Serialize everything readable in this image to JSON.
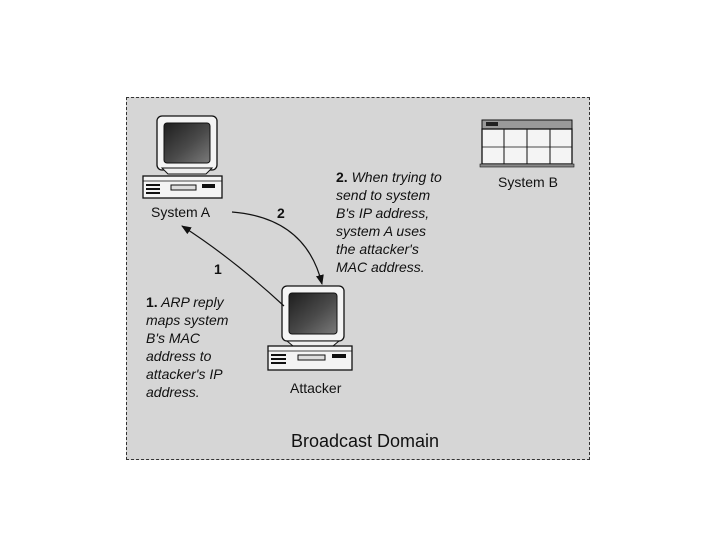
{
  "systemA": {
    "label": "System A"
  },
  "systemB": {
    "label": "System B"
  },
  "attacker": {
    "label": "Attacker"
  },
  "arrows": {
    "step1": "1",
    "step2": "2"
  },
  "note1": {
    "number": "1.",
    "lines": [
      "ARP reply",
      "maps system",
      "B's MAC",
      "address to",
      "attacker's IP",
      "address."
    ]
  },
  "note2": {
    "number": "2.",
    "lines": [
      "When trying to",
      "send to system",
      "B's IP address,",
      "system A uses",
      "the attacker's",
      "MAC address."
    ]
  },
  "domain": {
    "label": "Broadcast Domain"
  },
  "colors": {
    "boxFill": "#d6d6d6",
    "border": "#333333",
    "screen": "#3a3a3a"
  }
}
